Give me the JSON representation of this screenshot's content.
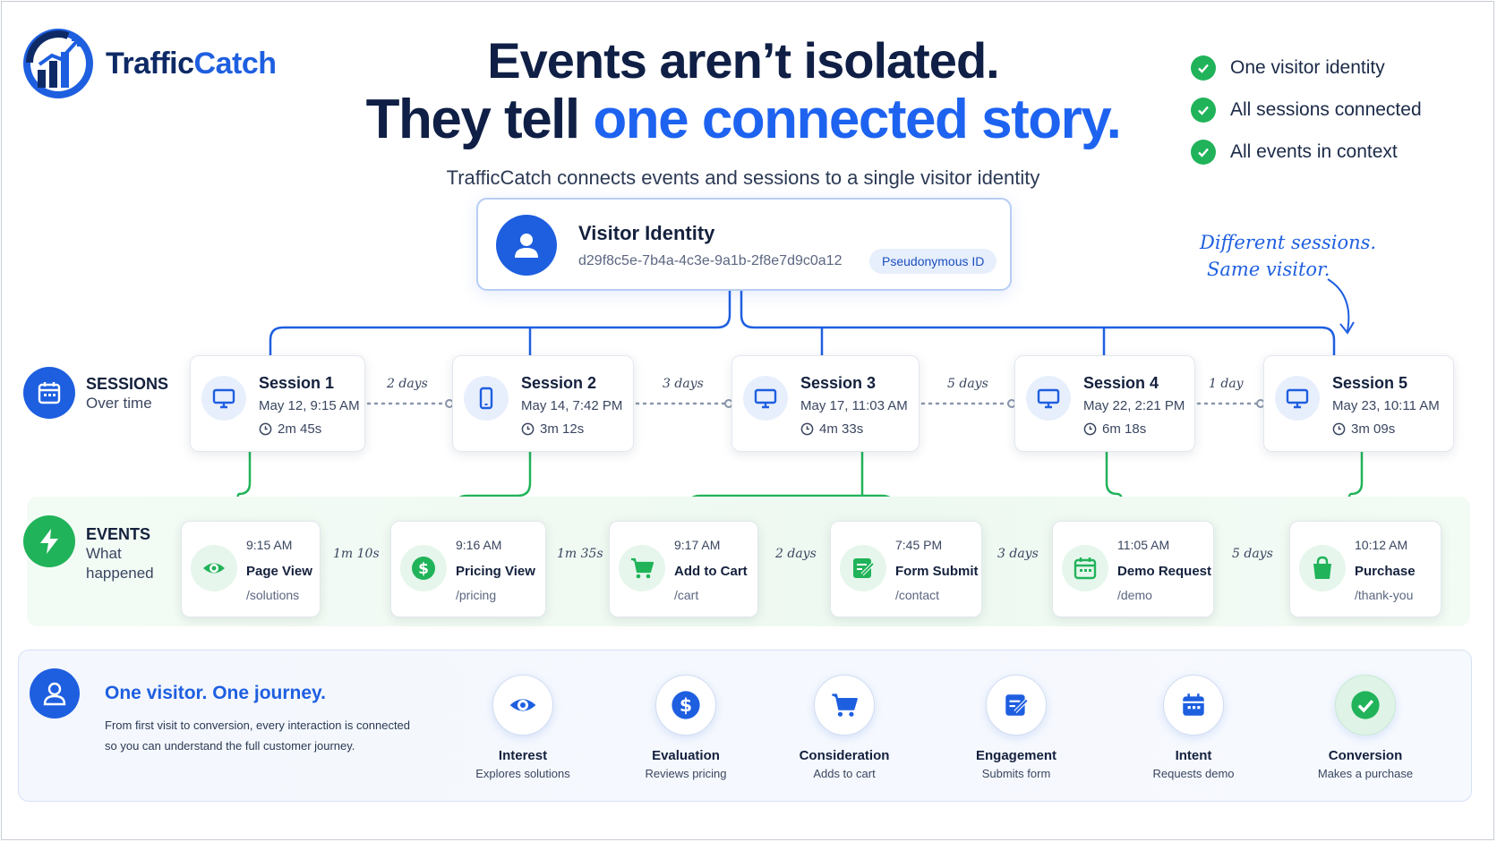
{
  "brand": {
    "name_part1": "Traffic",
    "name_part2": "Catch",
    "color": "#1e5fe0",
    "navy": "#0e2a66"
  },
  "headline": {
    "line1": "Events aren’t isolated.",
    "line2_prefix": "They tell ",
    "line2_highlight": "one connected story.",
    "subtitle": "TrafficCatch connects events and sessions to a single visitor identity"
  },
  "checklist": [
    {
      "label": "One visitor identity",
      "icon": "check-icon"
    },
    {
      "label": "All sessions connected",
      "icon": "check-icon"
    },
    {
      "label": "All events in context",
      "icon": "check-icon"
    }
  ],
  "identity": {
    "title": "Visitor Identity",
    "id": "d29f8c5e-7b4a-4c3e-9a1b-2f8e7d9c0a12",
    "badge": "Pseudonymous ID"
  },
  "annotation": {
    "line1": "Different sessions.",
    "line2": "Same visitor."
  },
  "sessions_label": {
    "title": "SESSIONS",
    "subtitle": "Over time"
  },
  "sessions": [
    {
      "title": "Session 1",
      "date": "May 12, 9:15 AM",
      "duration": "2m 45s",
      "device": "desktop-icon"
    },
    {
      "title": "Session 2",
      "date": "May 14, 7:42 PM",
      "duration": "3m 12s",
      "device": "mobile-icon"
    },
    {
      "title": "Session 3",
      "date": "May 17, 11:03 AM",
      "duration": "4m 33s",
      "device": "desktop-icon"
    },
    {
      "title": "Session 4",
      "date": "May 22, 2:21 PM",
      "duration": "6m 18s",
      "device": "desktop-icon"
    },
    {
      "title": "Session 5",
      "date": "May 23, 10:11 AM",
      "duration": "3m 09s",
      "device": "desktop-icon"
    }
  ],
  "session_gaps": [
    "2 days",
    "3 days",
    "5 days",
    "1 day"
  ],
  "events_label": {
    "title": "EVENTS",
    "line1": "What",
    "line2": "happened"
  },
  "events": [
    {
      "time": "9:15 AM",
      "name": "Page View",
      "path": "/solutions",
      "icon": "eye-icon"
    },
    {
      "time": "9:16 AM",
      "name": "Pricing View",
      "path": "/pricing",
      "icon": "dollar-icon"
    },
    {
      "time": "9:17 AM",
      "name": "Add to Cart",
      "path": "/cart",
      "icon": "cart-icon"
    },
    {
      "time": "7:45 PM",
      "name": "Form Submit",
      "path": "/contact",
      "icon": "form-icon"
    },
    {
      "time": "11:05 AM",
      "name": "Demo Request",
      "path": "/demo",
      "icon": "calendar-icon"
    },
    {
      "time": "10:12 AM",
      "name": "Purchase",
      "path": "/thank-you",
      "icon": "bag-icon"
    }
  ],
  "event_gaps": [
    "1m 10s",
    "1m 35s",
    "2 days",
    "3 days",
    "5 days"
  ],
  "journey": {
    "title": "One visitor. One journey.",
    "description_line1": "From first visit to conversion, every interaction is connected",
    "description_line2": "so you can understand the full customer journey.",
    "stages": [
      {
        "name": "Interest",
        "desc": "Explores solutions",
        "icon": "eye-icon"
      },
      {
        "name": "Evaluation",
        "desc": "Reviews pricing",
        "icon": "dollar-icon"
      },
      {
        "name": "Consideration",
        "desc": "Adds to cart",
        "icon": "cart-icon"
      },
      {
        "name": "Engagement",
        "desc": "Submits form",
        "icon": "form-icon"
      },
      {
        "name": "Intent",
        "desc": "Requests demo",
        "icon": "calendar-icon"
      },
      {
        "name": "Conversion",
        "desc": "Makes a purchase",
        "icon": "check-icon"
      }
    ]
  },
  "colors": {
    "blue": "#1e5fe0",
    "green": "#21b35a",
    "navy": "#0f1f45"
  }
}
